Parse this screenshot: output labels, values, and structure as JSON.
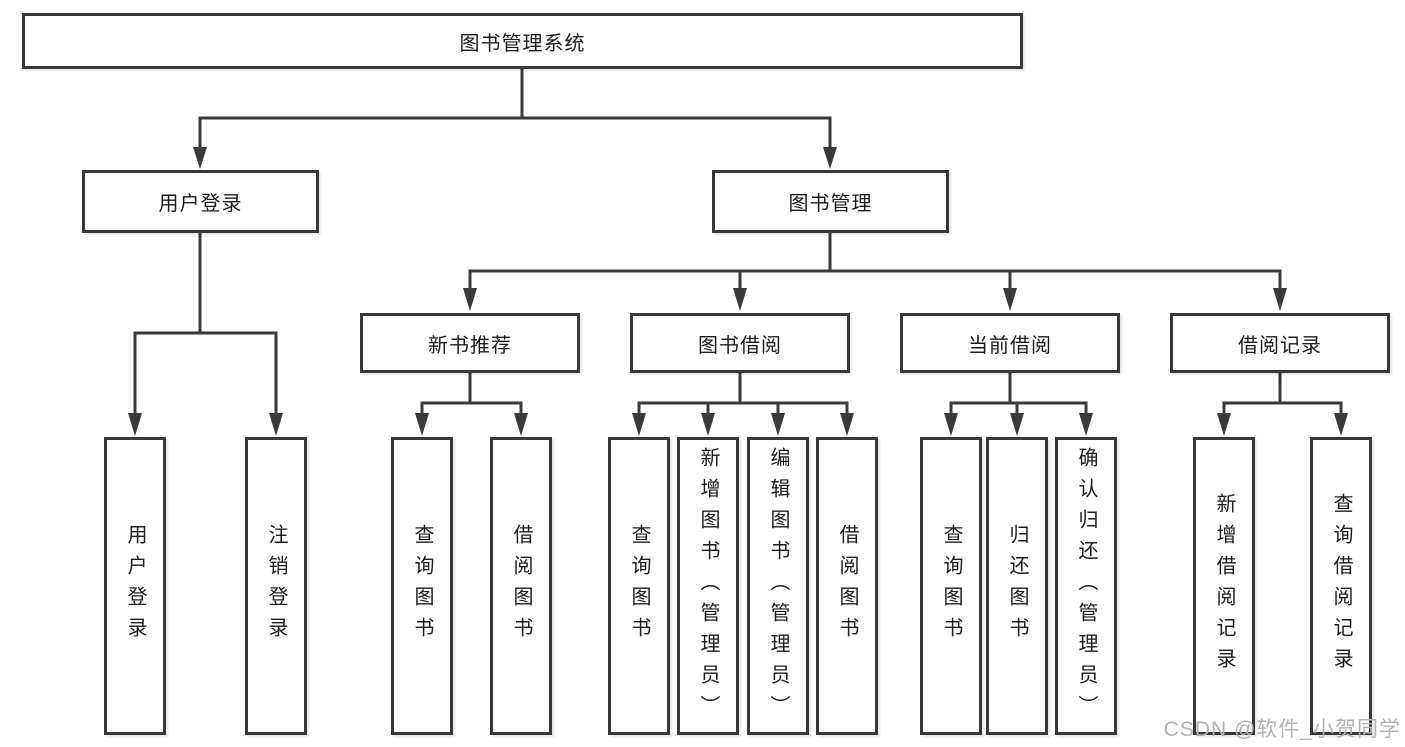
{
  "diagram": {
    "root": {
      "label": "图书管理系统"
    },
    "level2": [
      {
        "label": "用户登录"
      },
      {
        "label": "图书管理"
      }
    ],
    "level3": [
      {
        "label": "新书推荐"
      },
      {
        "label": "图书借阅"
      },
      {
        "label": "当前借阅"
      },
      {
        "label": "借阅记录"
      }
    ],
    "leaves": [
      {
        "label": "用户登录"
      },
      {
        "label": "注销登录"
      },
      {
        "label": "查询图书"
      },
      {
        "label": "借阅图书"
      },
      {
        "label": "查询图书"
      },
      {
        "label": "新增图书（管理员）"
      },
      {
        "label": "编辑图书（管理员）"
      },
      {
        "label": "借阅图书"
      },
      {
        "label": "查询图书"
      },
      {
        "label": "归还图书"
      },
      {
        "label": "确认归还（管理员）"
      },
      {
        "label": "新增借阅记录"
      },
      {
        "label": "查询借阅记录"
      }
    ]
  },
  "watermark": {
    "text": "CSDN @软件_小贺同学"
  },
  "colors": {
    "line": "#3a3a3a",
    "border": "#383838",
    "text": "#1c1c1c",
    "watermark": "#b3b3b3",
    "background": "#ffffff"
  }
}
